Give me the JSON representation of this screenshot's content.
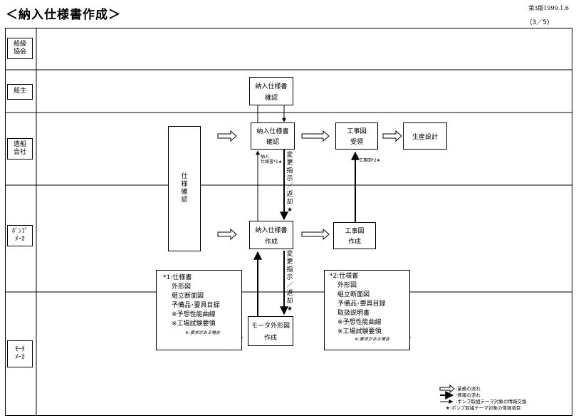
{
  "header": {
    "title": "＜納入仕様書作成＞",
    "version": "第3版1999.1.6",
    "page": "（3／5）"
  },
  "lanes": [
    {
      "label": "船級\n協会"
    },
    {
      "label": "船主"
    },
    {
      "label": "造船\n会社"
    },
    {
      "label": "ﾎﾟﾝﾌﾟ\nﾒｰｶ"
    },
    {
      "label": "ﾓｰﾀ\nﾒｰｶ"
    }
  ],
  "boxes": {
    "owner_confirm": {
      "line1": "納入仕様書",
      "line2": "確認"
    },
    "ship_confirm": {
      "line1": "納入仕様書",
      "line2": "確認"
    },
    "ship_drawing": {
      "line1": "工事図",
      "line2": "受領"
    },
    "production": {
      "line1": "生産設計"
    },
    "pump_create": {
      "line1": "納入仕様書",
      "line2": "作成"
    },
    "pump_drawing": {
      "line1": "工事図",
      "line2": "作成"
    },
    "motor_drawing": {
      "line1": "モータ外形図",
      "line2": "作成"
    },
    "spec_check": {
      "text": "仕\n様\n確\n認"
    }
  },
  "labels": {
    "change_upper": "変\n更\n指\n示\n／\n返\n却\n★",
    "change_lower": "変\n更\n指\n示\n／\n返\n却\n★",
    "delivery_spec": "納入\n仕様書*1★",
    "drawing_note": "工事図*2★"
  },
  "note1": {
    "lines": [
      "*1:仕様書",
      "外形図",
      "組立断面図",
      "予備品･要具目録",
      "※予想性能曲線",
      "※工場試験要領"
    ],
    "footnote": "※:要求がある場合"
  },
  "note2": {
    "lines": [
      "*2:仕様書",
      "外形図",
      "組立断面図",
      "予備品･要具目録",
      "取扱説明書",
      "※予想性能曲線",
      "※工場試験要領"
    ],
    "footnote": "※:要求がある場合"
  },
  "legend": [
    {
      "symbol": "hollow-arrow",
      "text": ":業務の流れ"
    },
    {
      "symbol": "solid-arrow",
      "text": ":情報の流れ"
    },
    {
      "symbol": "thin-arrow",
      "text": ":ポンプ取組テーマ対象の情報交換"
    },
    {
      "symbol": "star",
      "text": "★:ポンプ取組テーマ対象の情報項目"
    }
  ]
}
